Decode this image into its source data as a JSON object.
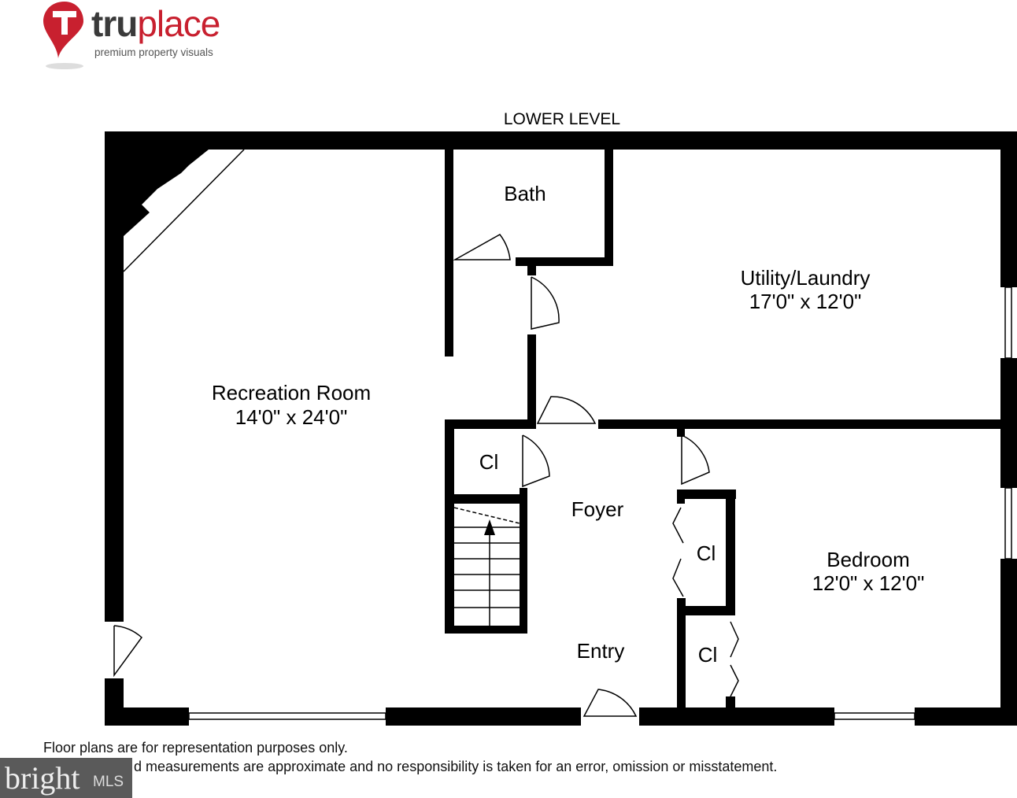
{
  "logo": {
    "brand_dark": "tru",
    "brand_red": "place",
    "tagline": "premium property visuals",
    "accent": "#c8202f"
  },
  "plan": {
    "title": "LOWER LEVEL",
    "rooms": [
      {
        "name": "Bath",
        "dims": ""
      },
      {
        "name": "Utility/Laundry",
        "dims": "17'0\" x 12'0\""
      },
      {
        "name": "Recreation Room",
        "dims": "14'0\" x 24'0\""
      },
      {
        "name": "Cl",
        "dims": ""
      },
      {
        "name": "Foyer",
        "dims": ""
      },
      {
        "name": "Cl",
        "dims": ""
      },
      {
        "name": "Bedroom",
        "dims": "12'0\" x 12'0\""
      },
      {
        "name": "Entry",
        "dims": ""
      },
      {
        "name": "Cl",
        "dims": ""
      }
    ]
  },
  "disclaimer": {
    "line1": "Floor plans are for representation purposes only.",
    "line2": "d measurements are approximate and no responsibility is taken for an error, omission or misstatement."
  },
  "watermark": {
    "word": "bright",
    "suffix": "MLS"
  }
}
